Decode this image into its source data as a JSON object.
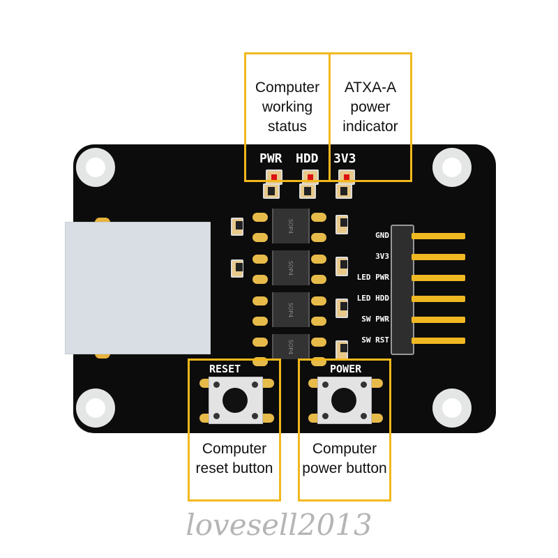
{
  "board": {
    "silkscreen": {
      "led_labels": [
        "PWR",
        "HDD",
        "3V3"
      ],
      "chip_label": "SOP4",
      "header_labels": [
        "GND",
        "3V3",
        "LED PWR",
        "LED HDD",
        "SW PWR",
        "SW RST"
      ],
      "reset_label": "RESET",
      "power_label": "POWER"
    }
  },
  "annotations": {
    "working_status": "Computer working status",
    "power_indicator": "ATXA-A power indicator",
    "reset_button": "Computer reset button",
    "power_button": "Computer power button"
  },
  "watermark": "lovesell2013",
  "colors": {
    "annotation": "#f2b81c",
    "board": "#0c0c0c",
    "pins": "#f0b821"
  }
}
